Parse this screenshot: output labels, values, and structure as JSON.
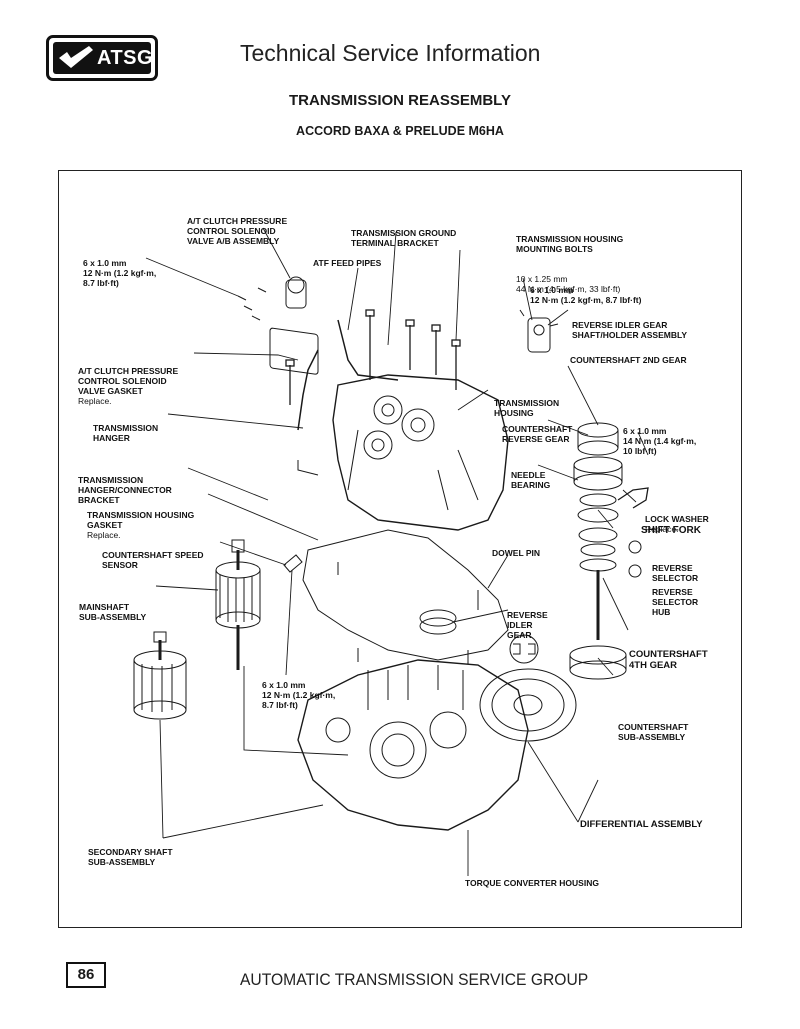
{
  "header": {
    "logo_text": "ATSG",
    "title": "Technical Service Information"
  },
  "subtitle": "TRANSMISSION REASSEMBLY",
  "model": "ACCORD BAXA & PRELUDE M6HA",
  "labels": {
    "clutch_valve": [
      "A/T CLUTCH PRESSURE",
      "CONTROL SOLENOID",
      "VALVE A/B ASSEMBLY"
    ],
    "ground_bracket": [
      "TRANSMISSION GROUND",
      "TERMINAL BRACKET"
    ],
    "housing_bolts": [
      "TRANSMISSION HOUSING",
      "MOUNTING BOLTS",
      "10 x 1.25 mm",
      "44 N·m (4.5 kgf·m, 33 lbf·ft)"
    ],
    "spec_6x1_top": [
      "6 x 1.0 mm",
      "12 N·m (1.2 kgf·m,",
      "8.7 lbf·ft)"
    ],
    "atf_pipes": "ATF FEED PIPES",
    "spec_6x1_right": [
      "6 x 1.0 mm",
      "12 N·m (1.2 kgf·m, 8.7 lbf·ft)"
    ],
    "reverse_idler_shaft": [
      "REVERSE IDLER GEAR",
      "SHAFT/HOLDER ASSEMBLY"
    ],
    "valve_gasket": [
      "A/T CLUTCH PRESSURE",
      "CONTROL SOLENOID",
      "VALVE GASKET",
      "Replace."
    ],
    "countershaft_2nd": "COUNTERSHAFT 2ND GEAR",
    "transmission_hanger": [
      "TRANSMISSION",
      "HANGER"
    ],
    "transmission_housing": [
      "TRANSMISSION",
      "HOUSING"
    ],
    "countershaft_reverse": [
      "COUNTERSHAFT",
      "REVERSE GEAR"
    ],
    "spec_6x1_14": [
      "6 x 1.0 mm",
      "14 N·m (1.4 kgf·m,",
      "10 lbf·ft)"
    ],
    "needle_bearing": [
      "NEEDLE",
      "BEARING"
    ],
    "hanger_bracket": [
      "TRANSMISSION",
      "HANGER/CONNECTOR",
      "BRACKET"
    ],
    "housing_gasket": [
      "TRANSMISSION HOUSING",
      "GASKET",
      "Replace."
    ],
    "lock_washer": [
      "LOCK WASHER",
      "Replace."
    ],
    "shift_fork": "SHIFT FORK",
    "speed_sensor": [
      "COUNTERSHAFT SPEED",
      "SENSOR"
    ],
    "dowel_pin": "DOWEL PIN",
    "reverse_selector": [
      "REVERSE",
      "SELECTOR"
    ],
    "reverse_selector_hub": [
      "REVERSE",
      "SELECTOR",
      "HUB"
    ],
    "mainshaft": [
      "MAINSHAFT",
      "SUB-ASSEMBLY"
    ],
    "reverse_idler_gear": [
      "REVERSE",
      "IDLER",
      "GEAR"
    ],
    "countershaft_4th": [
      "COUNTERSHAFT",
      "4TH GEAR"
    ],
    "spec_6x1_bottom": [
      "6 x 1.0 mm",
      "12 N·m (1.2 kgf·m,",
      "8.7 lbf·ft)"
    ],
    "countershaft_sub": [
      "COUNTERSHAFT",
      "SUB-ASSEMBLY"
    ],
    "secondary_shaft": [
      "SECONDARY SHAFT",
      "SUB-ASSEMBLY"
    ],
    "differential": "DIFFERENTIAL ASSEMBLY",
    "converter_housing": "TORQUE CONVERTER HOUSING"
  },
  "footer": {
    "page_number": "86",
    "text": "AUTOMATIC TRANSMISSION SERVICE GROUP"
  }
}
